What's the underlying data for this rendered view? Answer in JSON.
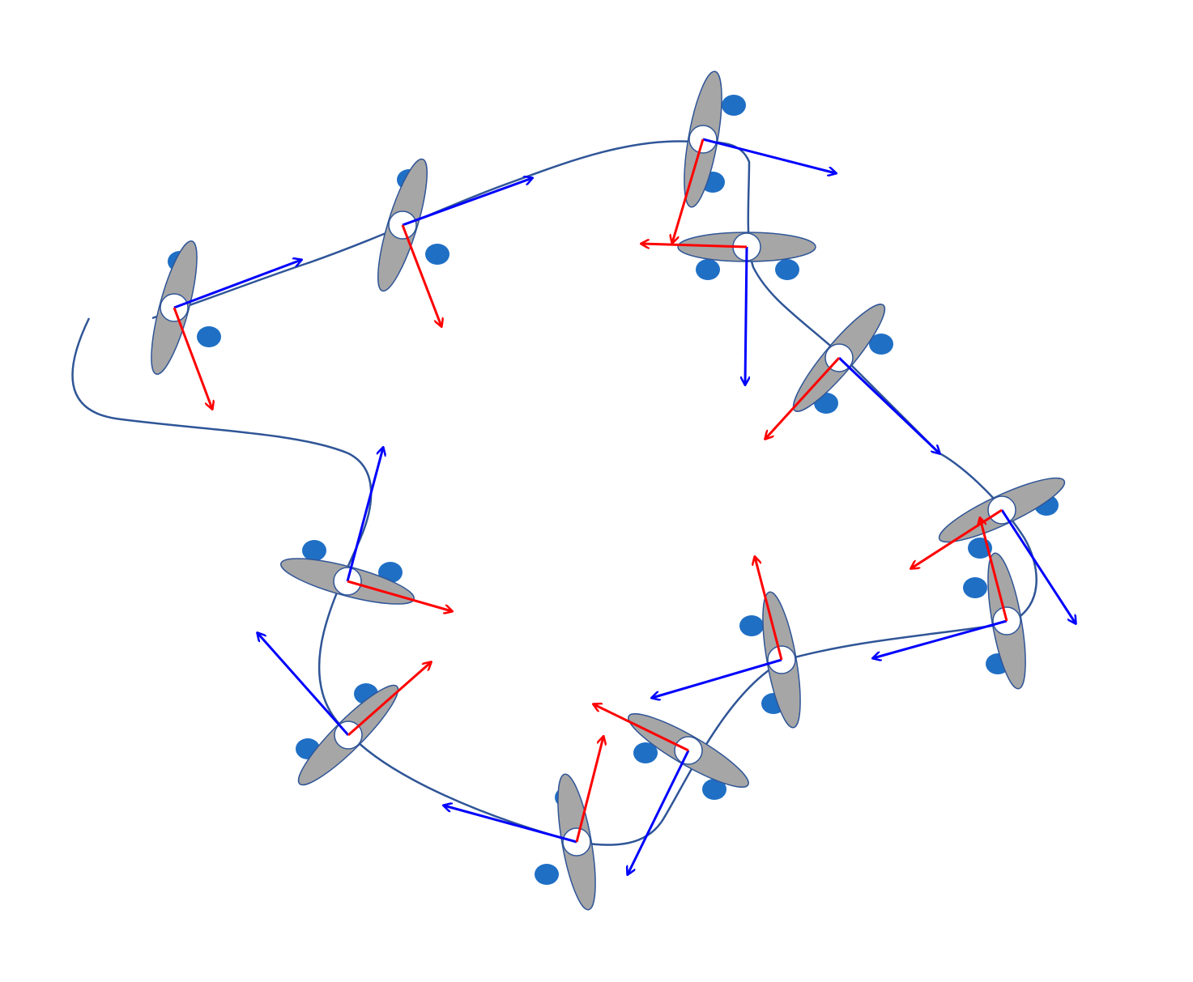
{
  "colors": {
    "background": "#ffffff",
    "trajectory": "#2f5597",
    "body_fill": "#a6a6a6",
    "body_stroke": "#2f5597",
    "joint_fill": "#ffffff",
    "feet_fill": "#1f6fc5",
    "arrow_blue": "#0000ff",
    "arrow_red": "#ff0000"
  },
  "diagram": {
    "text_labels": [],
    "trajectory_description_icon": "curve-path",
    "agents": [
      {
        "id": "a1",
        "icon": "oval-body-with-feet"
      },
      {
        "id": "a2",
        "icon": "oval-body-with-feet"
      },
      {
        "id": "a3",
        "icon": "oval-body-with-feet"
      },
      {
        "id": "a4",
        "icon": "oval-body-with-feet"
      },
      {
        "id": "a5",
        "icon": "oval-body-with-feet"
      },
      {
        "id": "a6",
        "icon": "oval-body-with-feet"
      },
      {
        "id": "a7",
        "icon": "oval-body-with-feet"
      },
      {
        "id": "a8",
        "icon": "oval-body-with-feet"
      },
      {
        "id": "a9",
        "icon": "oval-body-with-feet"
      },
      {
        "id": "a10",
        "icon": "oval-body-with-feet"
      },
      {
        "id": "a11",
        "icon": "oval-body-with-feet"
      },
      {
        "id": "a12",
        "icon": "oval-body-with-feet"
      }
    ]
  }
}
